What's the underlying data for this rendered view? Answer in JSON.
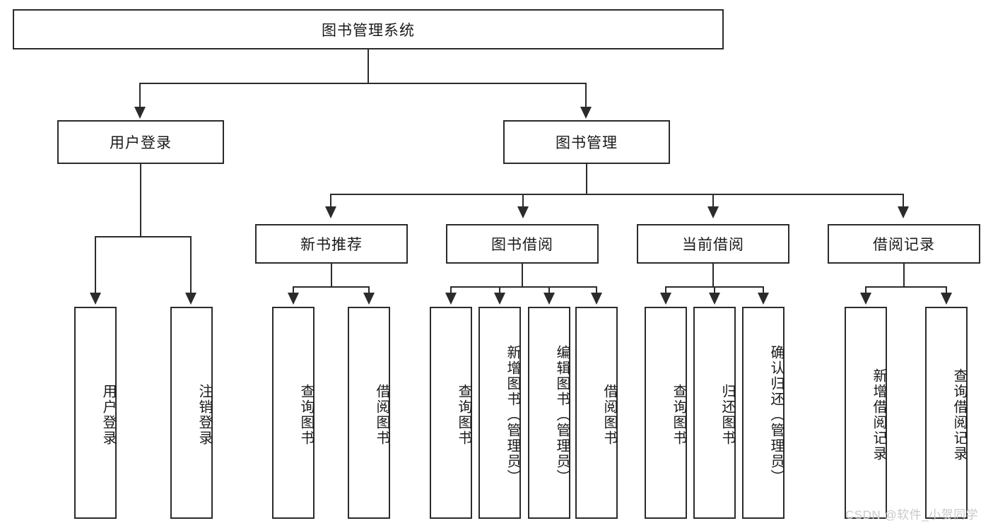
{
  "diagram": {
    "type": "tree",
    "title": "图书管理系统",
    "root": {
      "label": "图书管理系统"
    },
    "level1": [
      {
        "label": "用户登录"
      },
      {
        "label": "图书管理"
      }
    ],
    "level2": [
      {
        "label": "新书推荐"
      },
      {
        "label": "图书借阅"
      },
      {
        "label": "当前借阅"
      },
      {
        "label": "借阅记录"
      }
    ],
    "leaves": {
      "user_login": [
        {
          "label": "用户登录"
        },
        {
          "label": "注销登录"
        }
      ],
      "new_book_recommend": [
        {
          "label": "查询图书"
        },
        {
          "label": "借阅图书"
        }
      ],
      "book_borrow": [
        {
          "label": "查询图书"
        },
        {
          "label": "新增图书（管理员）"
        },
        {
          "label": "编辑图书（管理员）"
        },
        {
          "label": "借阅图书"
        }
      ],
      "current_borrow": [
        {
          "label": "查询图书"
        },
        {
          "label": "归还图书"
        },
        {
          "label": "确认归还（管理员）"
        }
      ],
      "borrow_record": [
        {
          "label": "新增借阅记录"
        },
        {
          "label": "查询借阅记录"
        }
      ]
    }
  },
  "watermark": {
    "text": "CSDN @软件_小贺同学"
  },
  "colors": {
    "stroke": "#2b2b2b",
    "fill": "#ffffff",
    "text": "#1a1a1a",
    "watermark": "#c9c9c9"
  }
}
